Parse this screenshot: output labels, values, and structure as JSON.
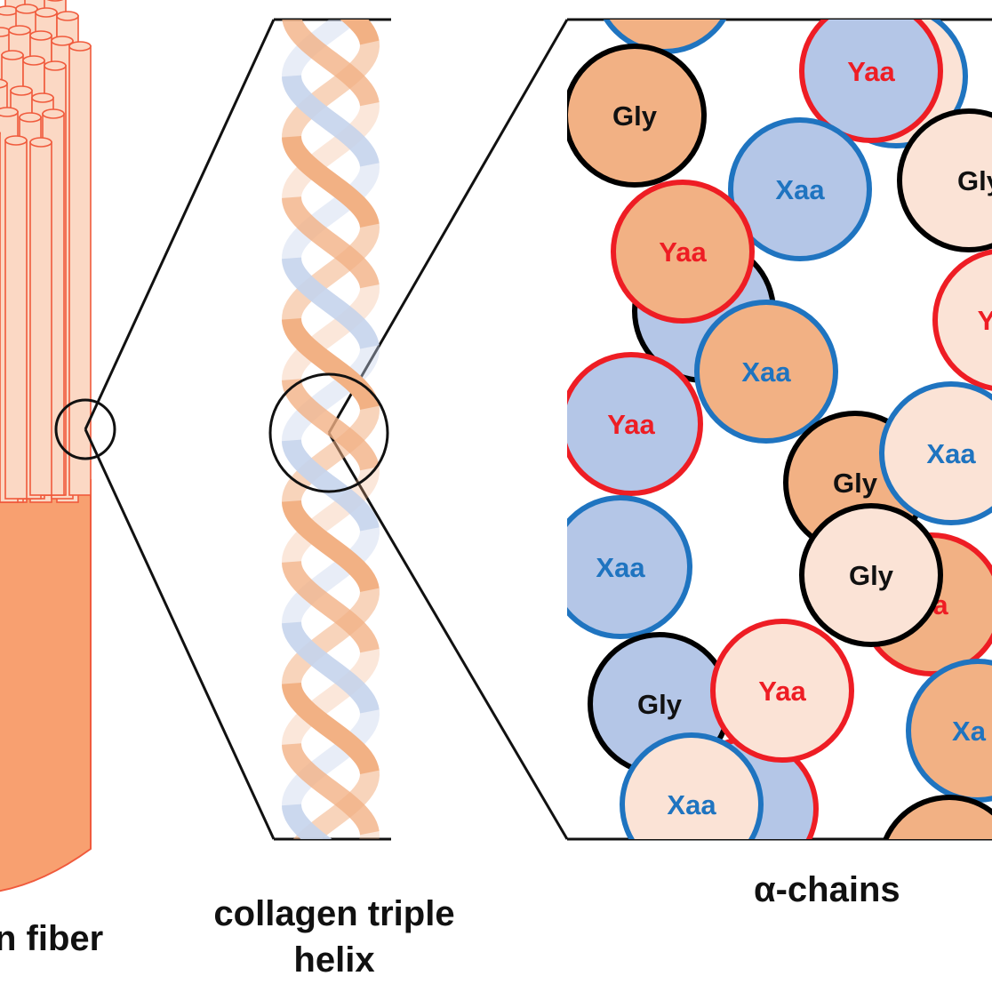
{
  "labels": {
    "fiber": "n fiber",
    "helix_line1": "collagen triple",
    "helix_line2": "helix",
    "chains": "α-chains"
  },
  "residues": {
    "gly": "Gly",
    "xaa": "Xaa",
    "yaa": "Yaa",
    "cut_gly": "Gly",
    "cut_yaa": "Y",
    "cut_xaa": "Xa",
    "cut_a": "a"
  },
  "colors": {
    "fiber_fill": "#f8a070",
    "fiber_outline": "#f05a3c",
    "fibril_fill": "#fbd8c4",
    "strand_orange": "#f2b184",
    "strand_blue": "#c6d3ec",
    "gly_outline": "#000000",
    "xaa_outline": "#1f74c0",
    "yaa_outline": "#ee1d24",
    "xaa_text": "#1f74c0",
    "yaa_text": "#ee1d24",
    "fill_orange": "#f2b184",
    "fill_blue": "#b4c6e7",
    "fill_cream": "#fbe3d6"
  }
}
